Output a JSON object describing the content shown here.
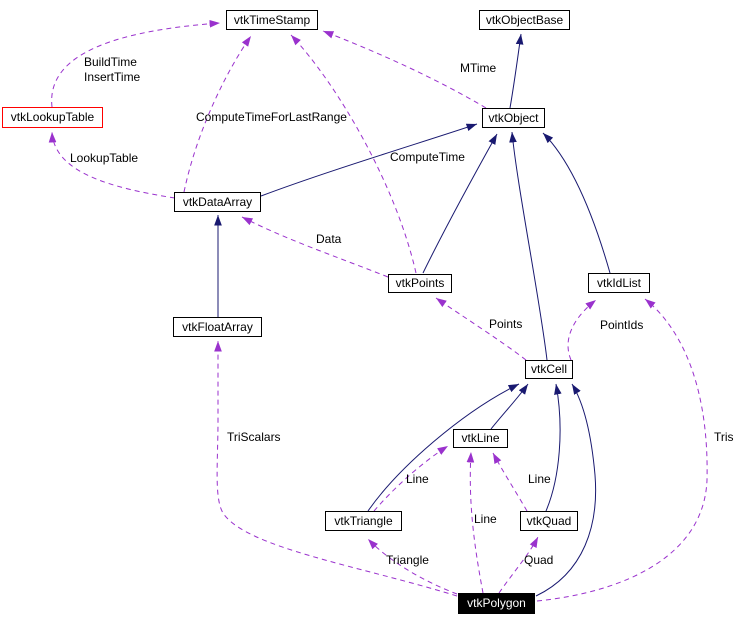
{
  "diagram": {
    "kind": "collaboration-graph",
    "colors": {
      "background": "#ffffff",
      "inheritance_edge": "#191970",
      "usage_edge": "#9a32cd",
      "node_border": "#000000",
      "highlight_border": "#ff0000",
      "focus_fill": "#000000",
      "focus_text": "#ffffff"
    },
    "nodes": [
      {
        "id": "vtkTimeStamp",
        "label": "vtkTimeStamp",
        "variant": "normal"
      },
      {
        "id": "vtkObjectBase",
        "label": "vtkObjectBase",
        "variant": "normal"
      },
      {
        "id": "vtkLookupTable",
        "label": "vtkLookupTable",
        "variant": "highlighted"
      },
      {
        "id": "vtkObject",
        "label": "vtkObject",
        "variant": "normal"
      },
      {
        "id": "vtkDataArray",
        "label": "vtkDataArray",
        "variant": "normal"
      },
      {
        "id": "vtkPoints",
        "label": "vtkPoints",
        "variant": "normal"
      },
      {
        "id": "vtkIdList",
        "label": "vtkIdList",
        "variant": "normal"
      },
      {
        "id": "vtkFloatArray",
        "label": "vtkFloatArray",
        "variant": "normal"
      },
      {
        "id": "vtkCell",
        "label": "vtkCell",
        "variant": "normal"
      },
      {
        "id": "vtkLine",
        "label": "vtkLine",
        "variant": "normal"
      },
      {
        "id": "vtkTriangle",
        "label": "vtkTriangle",
        "variant": "normal"
      },
      {
        "id": "vtkQuad",
        "label": "vtkQuad",
        "variant": "normal"
      },
      {
        "id": "vtkPolygon",
        "label": "vtkPolygon",
        "variant": "focus"
      }
    ],
    "edge_labels": [
      {
        "text": "BuildTime"
      },
      {
        "text": "InsertTime"
      },
      {
        "text": "MTime"
      },
      {
        "text": "ComputeTimeForLastRange"
      },
      {
        "text": "LookupTable"
      },
      {
        "text": "ComputeTime"
      },
      {
        "text": "Data"
      },
      {
        "text": "Points"
      },
      {
        "text": "PointIds"
      },
      {
        "text": "TriScalars"
      },
      {
        "text": "Tris"
      },
      {
        "text": "Line"
      },
      {
        "text": "Line"
      },
      {
        "text": "Line"
      },
      {
        "text": "Triangle"
      },
      {
        "text": "Quad"
      }
    ],
    "edges": [
      {
        "from": "vtkObject",
        "to": "vtkObjectBase",
        "type": "inheritance",
        "label": ""
      },
      {
        "from": "vtkDataArray",
        "to": "vtkObject",
        "type": "inheritance",
        "label": ""
      },
      {
        "from": "vtkPoints",
        "to": "vtkObject",
        "type": "inheritance",
        "label": ""
      },
      {
        "from": "vtkIdList",
        "to": "vtkObject",
        "type": "inheritance",
        "label": ""
      },
      {
        "from": "vtkCell",
        "to": "vtkObject",
        "type": "inheritance",
        "label": ""
      },
      {
        "from": "vtkFloatArray",
        "to": "vtkDataArray",
        "type": "inheritance",
        "label": ""
      },
      {
        "from": "vtkLine",
        "to": "vtkCell",
        "type": "inheritance",
        "label": ""
      },
      {
        "from": "vtkTriangle",
        "to": "vtkCell",
        "type": "inheritance",
        "label": ""
      },
      {
        "from": "vtkQuad",
        "to": "vtkCell",
        "type": "inheritance",
        "label": ""
      },
      {
        "from": "vtkPolygon",
        "to": "vtkCell",
        "type": "inheritance",
        "label": ""
      },
      {
        "from": "vtkLookupTable",
        "to": "vtkTimeStamp",
        "type": "usage",
        "label": "BuildTime InsertTime"
      },
      {
        "from": "vtkDataArray",
        "to": "vtkLookupTable",
        "type": "usage",
        "label": "LookupTable"
      },
      {
        "from": "vtkDataArray",
        "to": "vtkTimeStamp",
        "type": "usage",
        "label": "ComputeTimeForLastRange"
      },
      {
        "from": "vtkPoints",
        "to": "vtkTimeStamp",
        "type": "usage",
        "label": "ComputeTime"
      },
      {
        "from": "vtkObject",
        "to": "vtkTimeStamp",
        "type": "usage",
        "label": "MTime"
      },
      {
        "from": "vtkPoints",
        "to": "vtkDataArray",
        "type": "usage",
        "label": "Data"
      },
      {
        "from": "vtkCell",
        "to": "vtkPoints",
        "type": "usage",
        "label": "Points"
      },
      {
        "from": "vtkCell",
        "to": "vtkIdList",
        "type": "usage",
        "label": "PointIds"
      },
      {
        "from": "vtkPolygon",
        "to": "vtkIdList",
        "type": "usage",
        "label": "Tris"
      },
      {
        "from": "vtkPolygon",
        "to": "vtkFloatArray",
        "type": "usage",
        "label": "TriScalars"
      },
      {
        "from": "vtkPolygon",
        "to": "vtkTriangle",
        "type": "usage",
        "label": "Triangle"
      },
      {
        "from": "vtkPolygon",
        "to": "vtkQuad",
        "type": "usage",
        "label": "Quad"
      },
      {
        "from": "vtkPolygon",
        "to": "vtkLine",
        "type": "usage",
        "label": "Line"
      },
      {
        "from": "vtkTriangle",
        "to": "vtkLine",
        "type": "usage",
        "label": "Line"
      },
      {
        "from": "vtkQuad",
        "to": "vtkLine",
        "type": "usage",
        "label": "Line"
      }
    ]
  }
}
